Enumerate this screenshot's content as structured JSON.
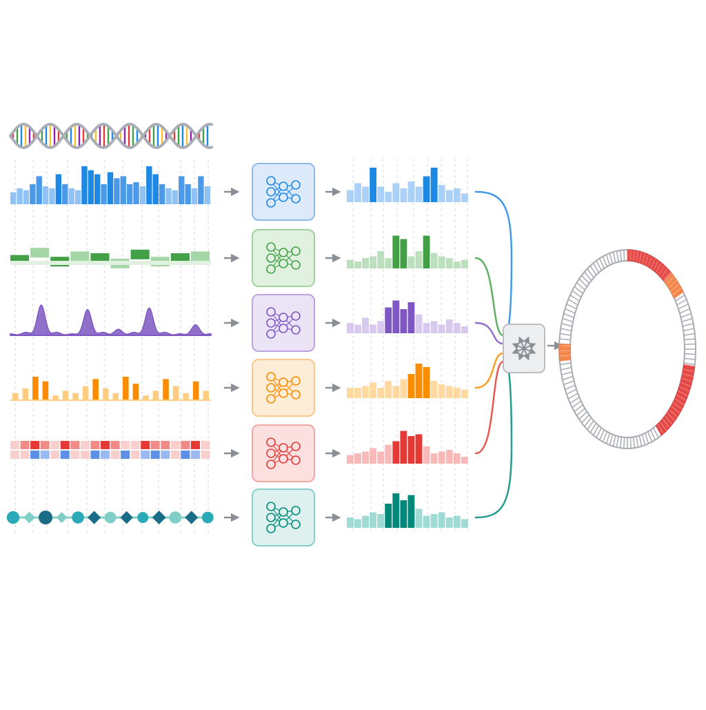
{
  "colors": {
    "background": "#ffffff",
    "arrow": "#8a8f96",
    "guide": "#d6d8db",
    "dna_backbone": "#a9aeb6",
    "ring": "#a7acb3",
    "ring_highlight_red": "#e53935",
    "ring_highlight_orange": "#f57c3c",
    "integrator_fill": "#eceef0",
    "integrator_stroke": "#b9bdc2",
    "integrator_icon": "#8a8f96"
  },
  "dna": {
    "icon": "dna-double-helix-icon",
    "base_colors": [
      "#e53935",
      "#43a047",
      "#1e88e5",
      "#fbc02d",
      "#8e24aa"
    ]
  },
  "tracks": [
    {
      "id": "track-1-blue",
      "color": "#1e88e5",
      "light": "#90c2f5",
      "fill": "#dceafb",
      "stroke": "#8db9ec",
      "style": "bars",
      "input_values": [
        0.3,
        0.4,
        0.35,
        0.5,
        0.7,
        0.45,
        0.4,
        0.75,
        0.5,
        0.4,
        0.35,
        0.95,
        0.85,
        0.75,
        0.5,
        0.8,
        0.65,
        0.7,
        0.5,
        0.55,
        0.45,
        0.95,
        0.75,
        0.5,
        0.4,
        0.35,
        0.7,
        0.5,
        0.4,
        0.7,
        0.45
      ],
      "output_values": [
        0.35,
        0.55,
        0.45,
        1.0,
        0.45,
        0.3,
        0.55,
        0.4,
        0.6,
        0.45,
        0.75,
        1.0,
        0.5,
        0.35,
        0.4,
        0.25
      ]
    },
    {
      "id": "track-2-green",
      "color": "#43a047",
      "light": "#a5d6a7",
      "fill": "#e1f1df",
      "stroke": "#9fd19a",
      "style": "segments",
      "input_values": [
        0.4,
        0.8,
        0.3,
        0.6,
        0.5,
        0.2,
        0.7,
        0.3,
        0.5,
        0.6
      ],
      "output_values": [
        0.25,
        0.2,
        0.3,
        0.35,
        0.5,
        0.3,
        0.95,
        0.85,
        0.35,
        0.5,
        0.95,
        0.45,
        0.35,
        0.3,
        0.2,
        0.25
      ]
    },
    {
      "id": "track-3-purple",
      "color": "#7e57c2",
      "light": "#c9b8e8",
      "fill": "#ebe4f6",
      "stroke": "#b9a4e0",
      "style": "peaks",
      "input_values": [
        0.05,
        0.1,
        1.0,
        0.1,
        0.05,
        0.85,
        0.1,
        0.2,
        0.1,
        0.9,
        0.1,
        0.05,
        0.35,
        0.05
      ],
      "output_values": [
        0.3,
        0.25,
        0.45,
        0.25,
        0.35,
        0.75,
        0.95,
        0.7,
        0.9,
        0.55,
        0.3,
        0.35,
        0.25,
        0.4,
        0.3,
        0.2
      ]
    },
    {
      "id": "track-4-orange",
      "color": "#fb8c00",
      "light": "#ffcc80",
      "fill": "#fdecd6",
      "stroke": "#f8c78a",
      "style": "spikes",
      "input_values": [
        0.3,
        0.5,
        1.0,
        0.8,
        0.2,
        0.4,
        0.3,
        0.6,
        0.9,
        0.5,
        0.3,
        1.0,
        0.7,
        0.2,
        0.4,
        0.9,
        0.6,
        0.3,
        0.8,
        0.4
      ],
      "output_values": [
        0.3,
        0.3,
        0.35,
        0.45,
        0.3,
        0.5,
        0.35,
        0.55,
        0.7,
        1.0,
        0.9,
        0.5,
        0.4,
        0.35,
        0.3,
        0.25
      ]
    },
    {
      "id": "track-5-red",
      "color": "#e53935",
      "light": "#f5a3a1",
      "fill": "#fbe0df",
      "stroke": "#f2a7a5",
      "style": "grid",
      "input_values": [
        0.2,
        0.5,
        0.9,
        0.6,
        0.3,
        0.8,
        0.4,
        0.2,
        0.6,
        0.9,
        0.5,
        0.3,
        0.2,
        0.7,
        0.4,
        0.6,
        0.3,
        0.5,
        0.8,
        0.2
      ],
      "output_values": [
        0.25,
        0.3,
        0.35,
        0.45,
        0.35,
        0.55,
        0.65,
        0.95,
        0.8,
        0.85,
        0.5,
        0.3,
        0.35,
        0.4,
        0.3,
        0.2
      ]
    },
    {
      "id": "track-6-teal",
      "color": "#00897b",
      "light": "#7fcfc6",
      "fill": "#def1ee",
      "stroke": "#86cfc6",
      "style": "shapes",
      "input_values": [
        0.8,
        0.6,
        1.0,
        0.5,
        0.7,
        0.9,
        0.6,
        0.8,
        0.5,
        1.0,
        0.7,
        0.9,
        0.6
      ],
      "output_values": [
        0.3,
        0.25,
        0.35,
        0.45,
        0.4,
        0.7,
        1.0,
        0.8,
        0.95,
        0.55,
        0.35,
        0.4,
        0.45,
        0.3,
        0.35,
        0.25
      ]
    }
  ],
  "ring": {
    "tick_count": 120,
    "highlights": [
      {
        "from_deg": 0,
        "to_deg": 40,
        "color": "#e53935"
      },
      {
        "from_deg": 40,
        "to_deg": 55,
        "color": "#f57c3c"
      },
      {
        "from_deg": 100,
        "to_deg": 150,
        "color": "#e53935"
      },
      {
        "from_deg": 263,
        "to_deg": 273,
        "color": "#f57c3c"
      }
    ]
  }
}
